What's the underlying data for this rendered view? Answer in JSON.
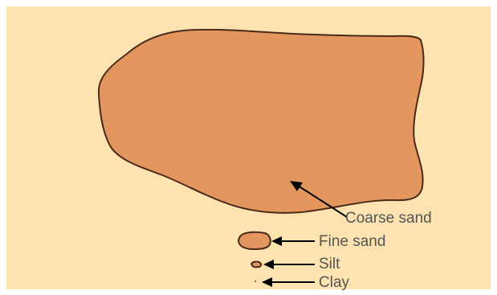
{
  "colors": {
    "background": "#fde3b0",
    "grain_fill": "#e3975f",
    "grain_outline": "#4a2a1a",
    "label_text": "#555555"
  },
  "labels": {
    "coarse_sand": "Coarse sand",
    "fine_sand": "Fine sand",
    "silt": "Silt",
    "clay": "Clay"
  }
}
